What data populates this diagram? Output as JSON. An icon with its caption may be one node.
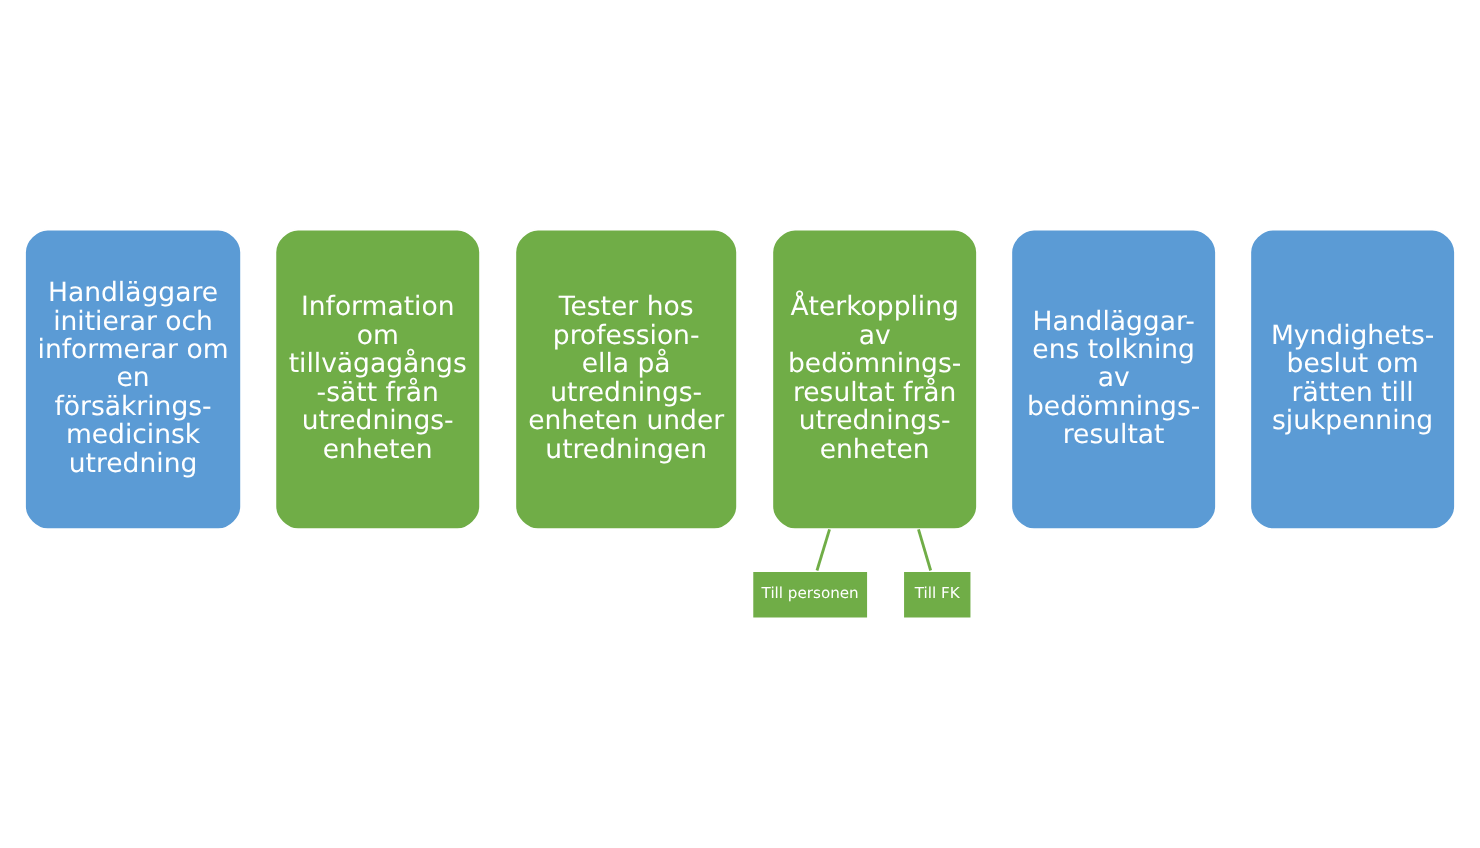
{
  "diagram": {
    "nodes": [
      {
        "text": [
          "Handläggare initierar och informerar om en försäkrings- medicinsk utredning"
        ]
      },
      {
        "text": [
          "Information om tillvägagångs -sätt från utrednings- enheten"
        ]
      },
      {
        "text": [
          "Tester hos profession- ella på utrednings- enheten under utredningen"
        ]
      },
      {
        "text": [
          "Återkoppling av bedömnings- resultat från utrednings- enheten"
        ]
      },
      {
        "text": [
          "Handläggar- ens tolkning av bedömnings- resultat"
        ]
      },
      {
        "text": [
          "Myndighets- beslut om rätten till sjukpenning"
        ]
      },
      {
        "text": [
          "Till personen"
        ]
      },
      {
        "text": [
          "Till FK"
        ]
      }
    ],
    "edges": [
      {
        "from": 3,
        "to": 6,
        "arrow": "none"
      },
      {
        "from": 3,
        "to": 7,
        "arrow": "none"
      }
    ]
  }
}
